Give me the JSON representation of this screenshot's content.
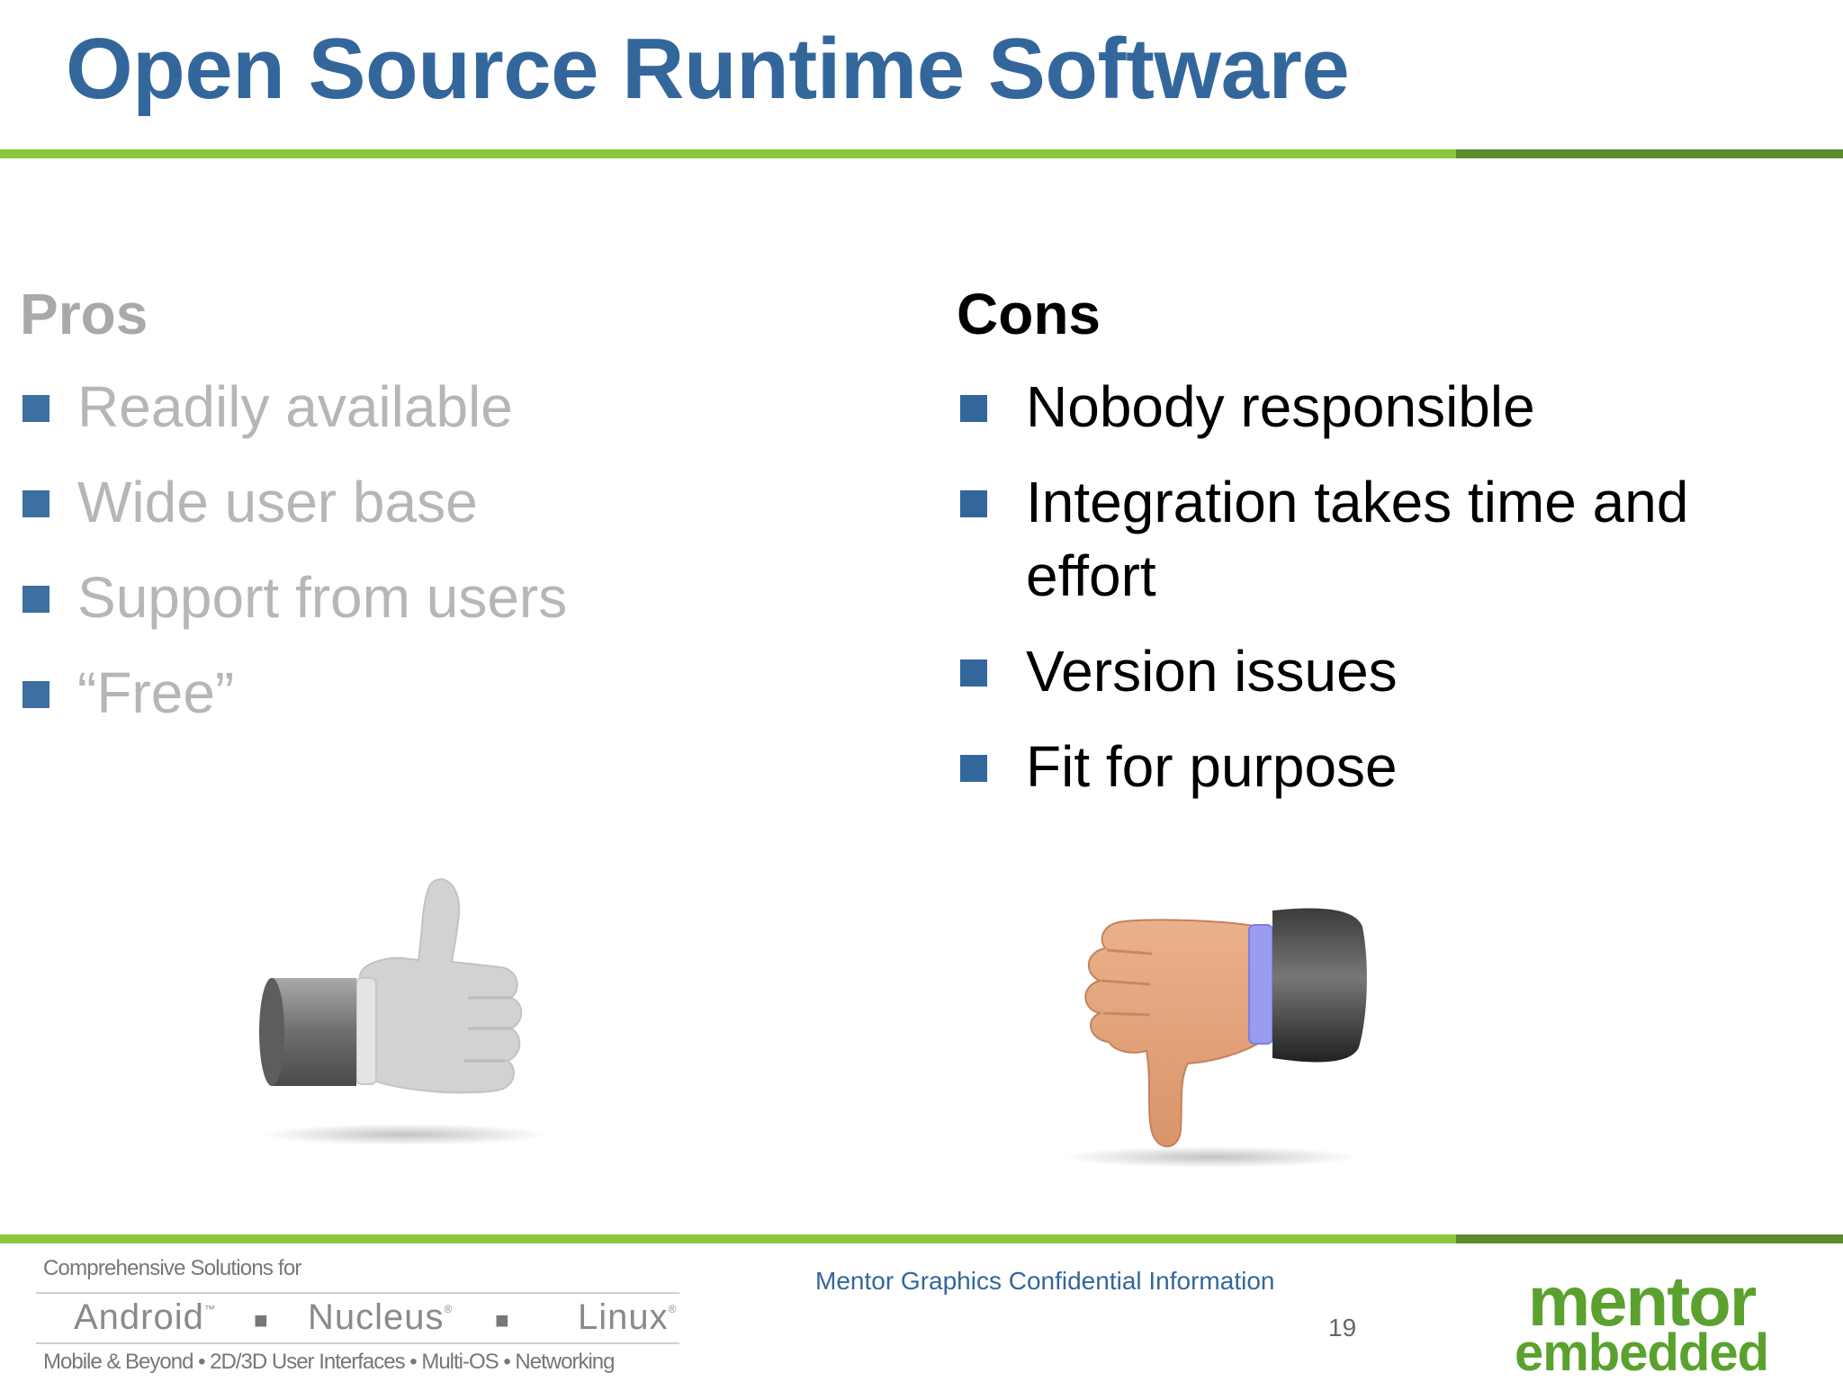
{
  "slide": {
    "title": "Open Source Runtime Software",
    "page_number": "19",
    "confidential": "Mentor Graphics Confidential Information"
  },
  "pros": {
    "heading": "Pros",
    "items": [
      "Readily available",
      "Wide user base",
      "Support from users",
      "“Free”"
    ]
  },
  "cons": {
    "heading": "Cons",
    "items": [
      "Nobody responsible",
      "Integration takes time and effort",
      "Version issues",
      "Fit for purpose"
    ]
  },
  "footer": {
    "intro": "Comprehensive Solutions for",
    "products": [
      "Android",
      "Nucleus",
      "Linux"
    ],
    "product_marks": [
      "™",
      "®",
      "®"
    ],
    "tagline": "Mobile & Beyond  •  2D/3D User Interfaces  •  Multi-OS  •  Networking",
    "logo_line1": "mentor",
    "logo_line2": "embedded"
  },
  "colors": {
    "title": "#33679c",
    "rule_light": "#8cc63f",
    "rule_dark": "#5a8c2e",
    "bullet": "#33679c",
    "pros_text": "#b6b6b8",
    "logo_green": "#5aa12e"
  },
  "icons": [
    "thumbs-up-icon",
    "thumbs-down-icon"
  ]
}
